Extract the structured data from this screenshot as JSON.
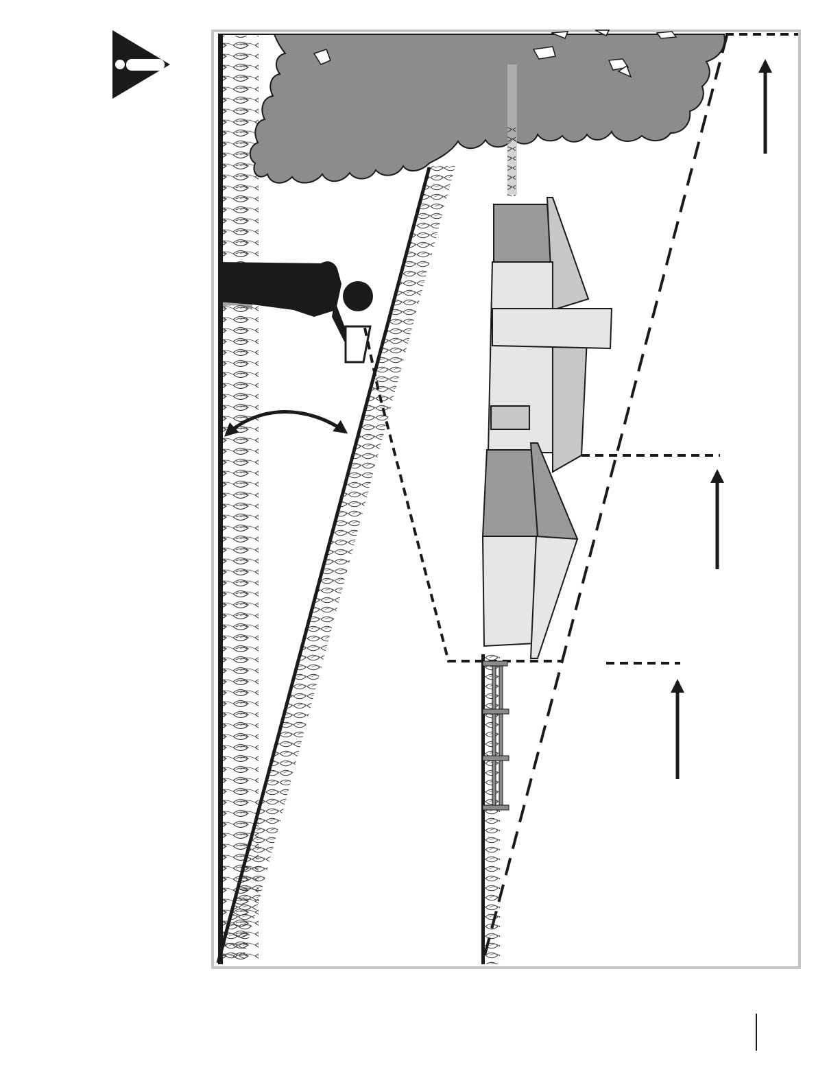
{
  "icons": {
    "warning": "warning-triangle-exclamation-icon"
  },
  "colors": {
    "ink": "#1a1a1a",
    "frame": "#c4c4c4",
    "foliage": "#8c8c8c",
    "building_light": "#e6e6e6",
    "building_mid": "#c8c8c8",
    "building_dark": "#9a9a9a",
    "grass": "#333333"
  },
  "diagram": {
    "elements": [
      "warning-icon",
      "tree",
      "person",
      "building",
      "fence",
      "angle-arrow",
      "height-arrows",
      "slope-line",
      "projection-lines"
    ]
  }
}
